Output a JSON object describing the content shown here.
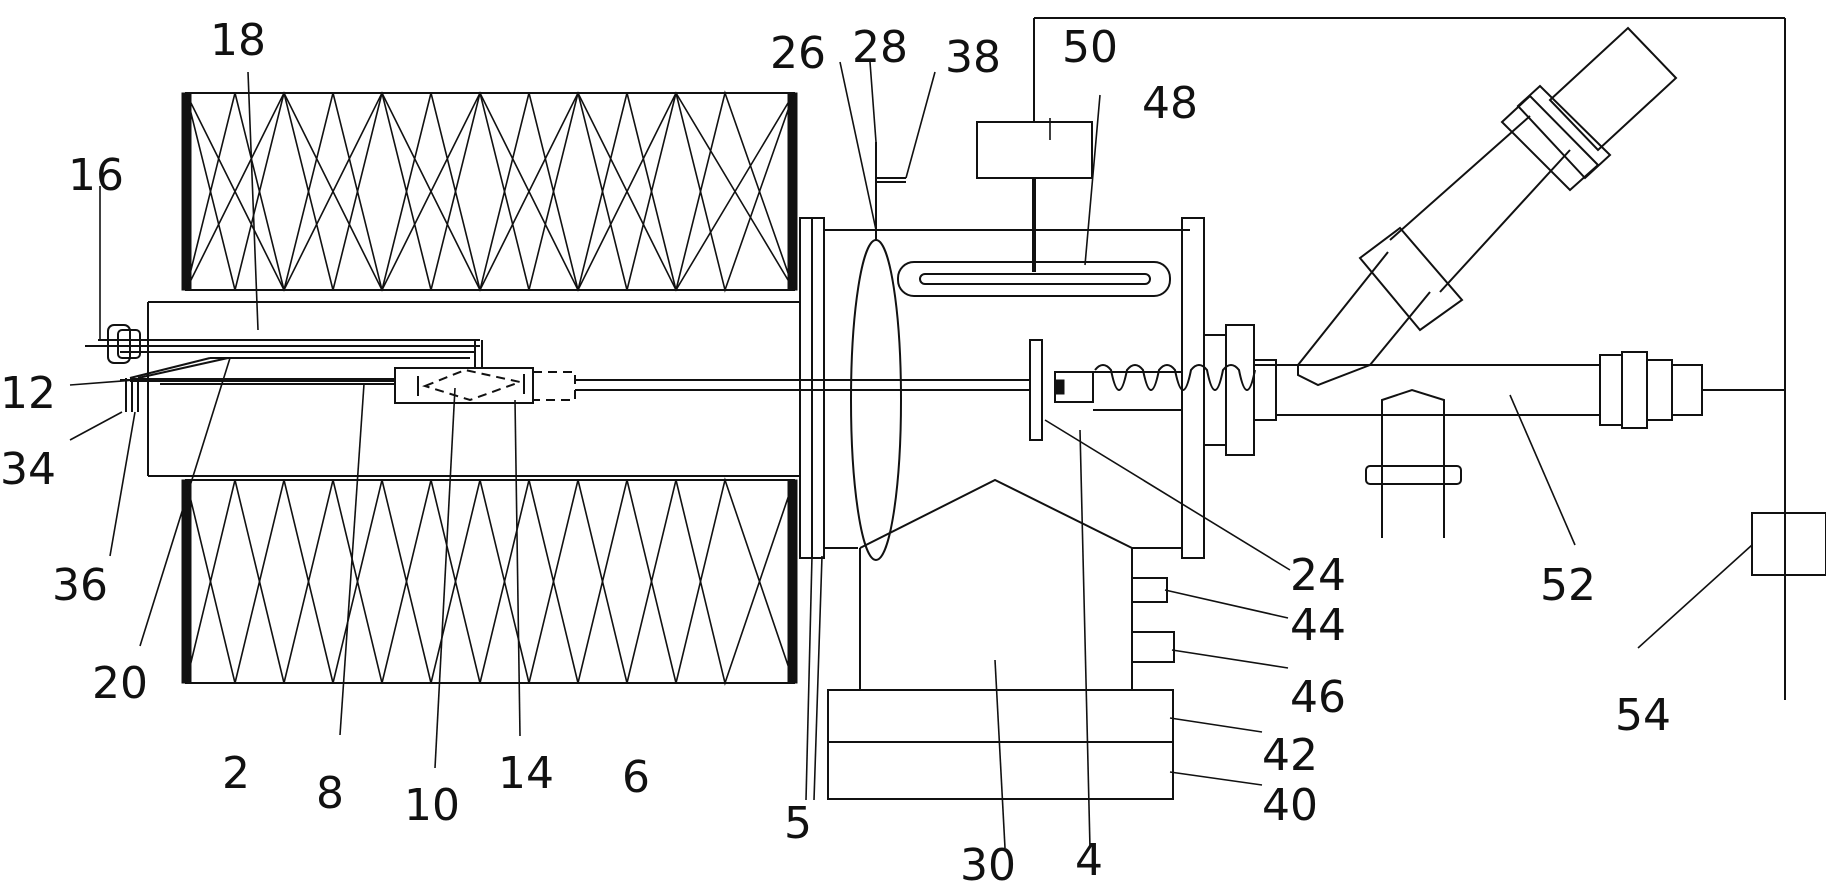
{
  "diagram": {
    "labels": {
      "l2": "2",
      "l4": "4",
      "l5": "5",
      "l6": "6",
      "l8": "8",
      "l10": "10",
      "l12": "12",
      "l14": "14",
      "l16": "16",
      "l18": "18",
      "l20": "20",
      "l24": "24",
      "l26": "26",
      "l28": "28",
      "l30": "30",
      "l34": "34",
      "l36": "36",
      "l38": "38",
      "l40": "40",
      "l42": "42",
      "l44": "44",
      "l46": "46",
      "l48": "48",
      "l50": "50",
      "l52": "52",
      "l54": "54"
    },
    "colors": {
      "stroke": "#111111",
      "background": "#ffffff"
    }
  }
}
